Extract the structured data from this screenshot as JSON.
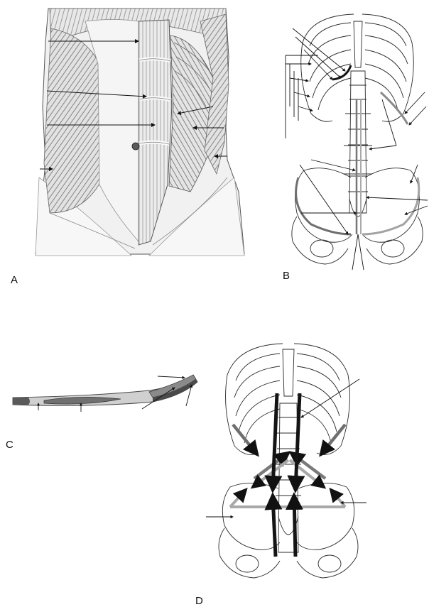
{
  "panels": [
    {
      "label": "A",
      "subject": "anterior-abdominal-muscles"
    },
    {
      "label": "B",
      "subject": "skeleton-muscle-attachments"
    },
    {
      "label": "C",
      "subject": "abdominal-wall-cross-section"
    },
    {
      "label": "D",
      "subject": "skeleton-force-vectors"
    }
  ],
  "colors": {
    "line": "#111111",
    "muscle_fill": "#e6e6e6",
    "muscle_stripe": "#7a7a7a",
    "bone_stroke": "#2a2a2a",
    "accent_dark": "#141414",
    "accent_mid": "#6f6f6f",
    "accent_light": "#a9a9a9"
  }
}
